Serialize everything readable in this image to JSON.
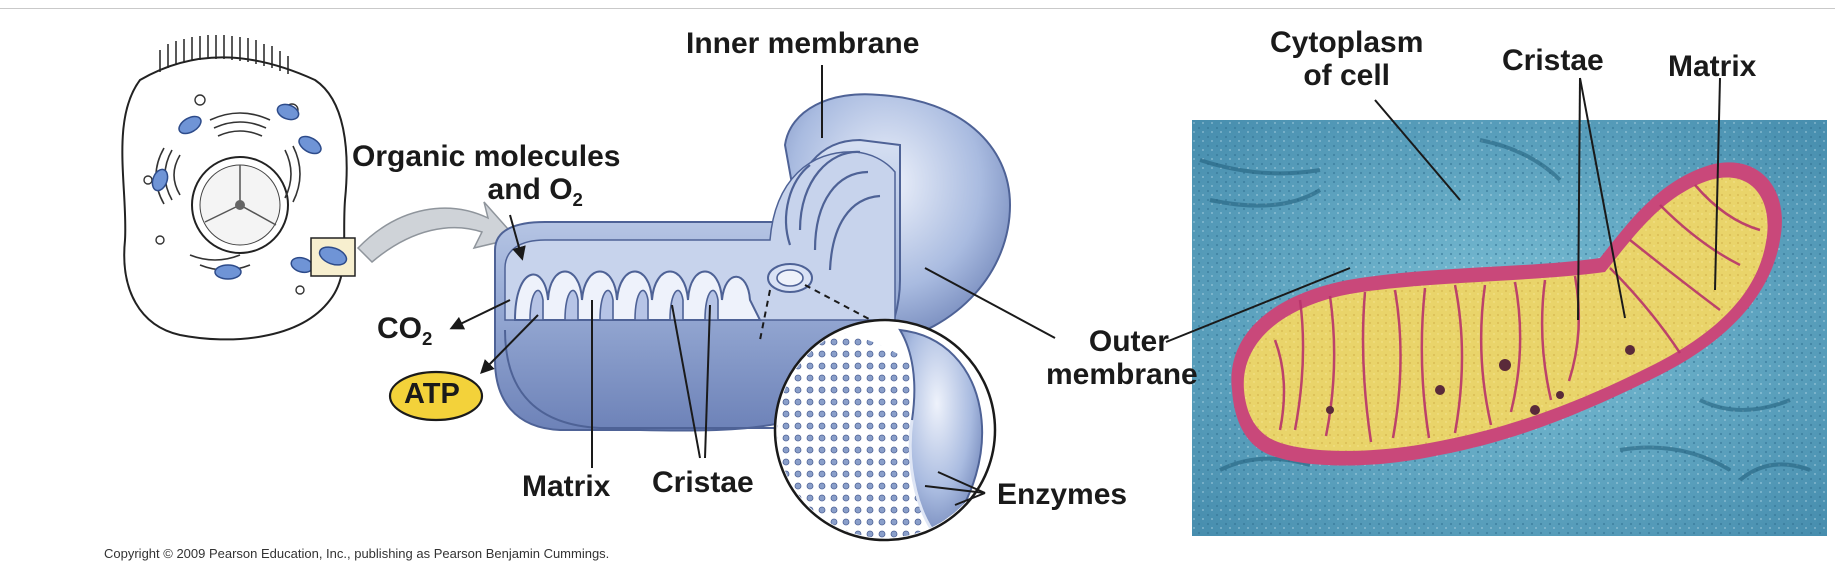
{
  "labels": {
    "inner_membrane": "Inner membrane",
    "organic_molecules_line1": "Organic molecules",
    "organic_molecules_line2_prefix": "and O",
    "organic_molecules_line2_sub": "2",
    "co2_prefix": "CO",
    "co2_sub": "2",
    "atp": "ATP",
    "matrix_bottom": "Matrix",
    "cristae_bottom": "Cristae",
    "enzymes": "Enzymes",
    "outer_membrane_line1": "Outer",
    "outer_membrane_line2": "membrane",
    "cytoplasm_line1": "Cytoplasm",
    "cytoplasm_line2": "of cell",
    "cristae_top": "Cristae",
    "matrix_top": "Matrix"
  },
  "copyright": "Copyright © 2009 Pearson Education, Inc., publishing as Pearson Benjamin Cummings.",
  "colors": {
    "mito_blue": "#9db0d8",
    "mito_dark": "#5e73a8",
    "atp_yellow": "#f3d23a",
    "micrograph_bg": "#5fa8c4",
    "micrograph_matrix": "#e9d46a",
    "micrograph_membrane": "#c9487a",
    "cell_mito": "#6f94d6"
  }
}
